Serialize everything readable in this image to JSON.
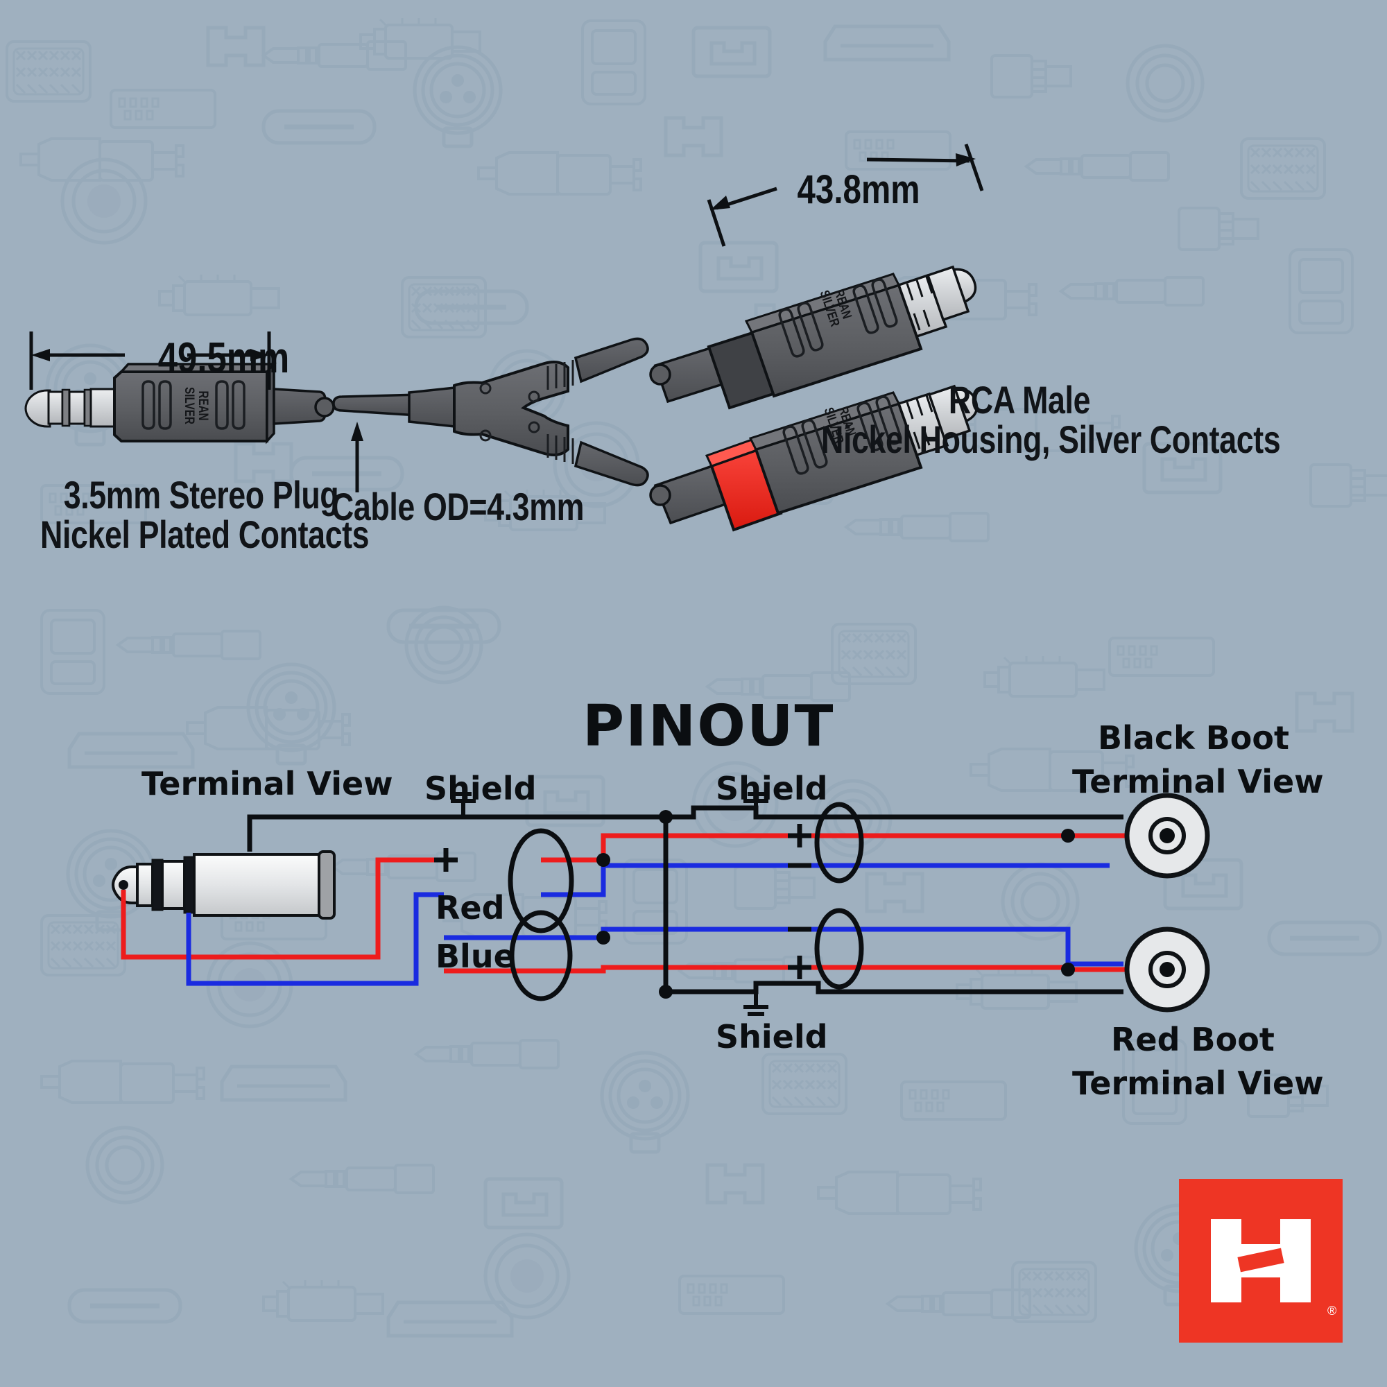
{
  "page": {
    "background_color": "#9fb0bf",
    "watermark_color": "#93a6b6",
    "ink_color": "#111418"
  },
  "dimensions": {
    "left_plug_length": "49.5mm",
    "rca_length": "43.8mm"
  },
  "captions": {
    "left_plug_line1": "3.5mm Stereo Plug",
    "left_plug_line2": "Nickel Plated Contacts",
    "cable_od": "Cable OD=4.3mm",
    "rca_line1": "RCA Male",
    "rca_line2": "Nickel Housing, Silver Contacts"
  },
  "connector_branding": {
    "brand_line1": "REAN",
    "brand_line2": "SILVER"
  },
  "pinout": {
    "title": "PINOUT",
    "left_terminal_label": "Terminal View",
    "shield_top_left": "Shield",
    "shield_top_right": "Shield",
    "shield_bottom_right": "Shield",
    "red_label": "Red",
    "blue_label": "Blue",
    "black_boot_line1": "Black Boot",
    "black_boot_line2": "Terminal View",
    "red_boot_line1": "Red Boot",
    "red_boot_line2": "Terminal View",
    "plus_signs": [
      "+",
      "+",
      "+"
    ],
    "minus_signs": [
      "−",
      "−",
      "−"
    ]
  },
  "colors": {
    "wire_red": "#ee1c1c",
    "wire_blue": "#1a2be0",
    "wire_black": "#0b0e11",
    "connector_body": "#5e6064",
    "connector_body_dark": "#4b4d51",
    "connector_body_light": "#6c6e73",
    "metal_silver": "#d6d8da",
    "red_boot": "#ef2424",
    "logo_red": "#ee3524",
    "logo_white": "#ffffff"
  },
  "logo": {
    "name": "hosa-h-logo",
    "registered_mark": "®"
  },
  "chart_data": {
    "type": "diagram",
    "title": "PINOUT",
    "description": "Wiring pinout of a 3.5mm TRS stereo plug to dual RCA male connectors",
    "nodes": [
      {
        "id": "trs",
        "label": "Terminal View",
        "type": "3.5mm stereo plug"
      },
      {
        "id": "rca_black",
        "label": "Black Boot Terminal View",
        "type": "RCA male"
      },
      {
        "id": "rca_red",
        "label": "Red Boot Terminal View",
        "type": "RCA male"
      }
    ],
    "connections": [
      {
        "from": "trs-sleeve",
        "to": "rca_black-shield",
        "color": "#0b0e11",
        "label": "Shield"
      },
      {
        "from": "trs-tip",
        "to": "rca_black-center",
        "color": "#ee1c1c",
        "label": "Red +"
      },
      {
        "from": "trs-ring",
        "to": "rca_red-center",
        "color": "#1a2be0",
        "label": "Blue −"
      },
      {
        "from": "trs-sleeve",
        "to": "rca_red-shield",
        "color": "#0b0e11",
        "label": "Shield"
      }
    ]
  }
}
